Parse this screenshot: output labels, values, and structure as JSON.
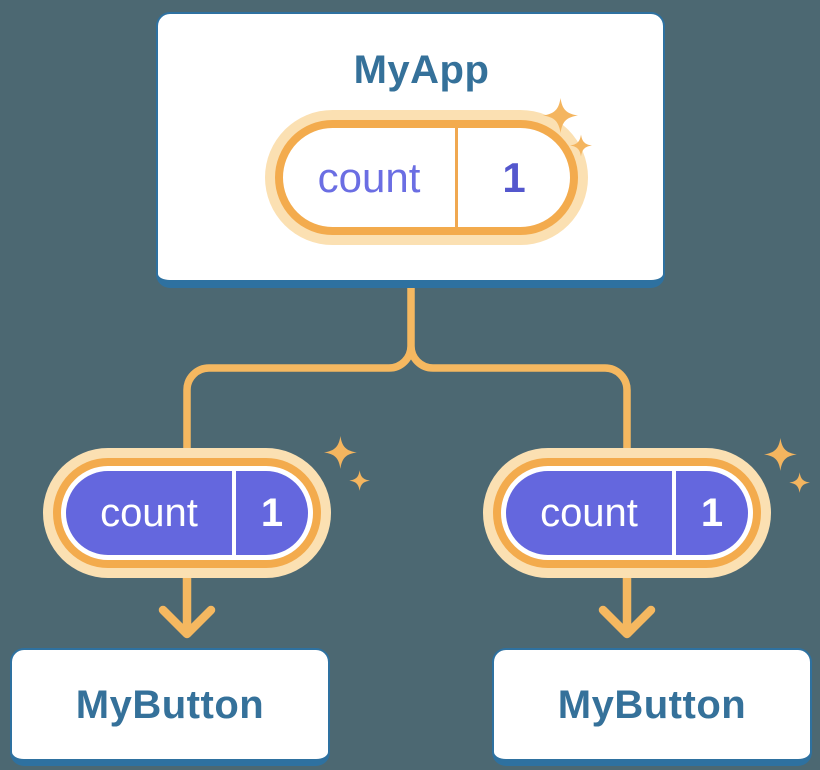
{
  "diagram": {
    "description_colors": {
      "background": "#4C6872",
      "card_background": "#FFFFFF",
      "card_border_blue": "#2E71A0",
      "title_text_blue": "#35719A",
      "connector_orange": "#F5B860",
      "pill_ring_orange": "#F3AB4D",
      "pill_halo_orange": "#FBE0B2",
      "pill_divider_orange": "#F0A850",
      "state_pill_purple": "#6467DE",
      "state_label_purple": "#6B6EE3",
      "state_value_purple": "#5457CD",
      "sparkle_orange": "#F4B55F"
    },
    "root": {
      "title": "MyApp",
      "state": {
        "label": "count",
        "value": "1"
      }
    },
    "children": [
      {
        "title": "MyButton",
        "state": {
          "label": "count",
          "value": "1"
        }
      },
      {
        "title": "MyButton",
        "state": {
          "label": "count",
          "value": "1"
        }
      }
    ]
  }
}
